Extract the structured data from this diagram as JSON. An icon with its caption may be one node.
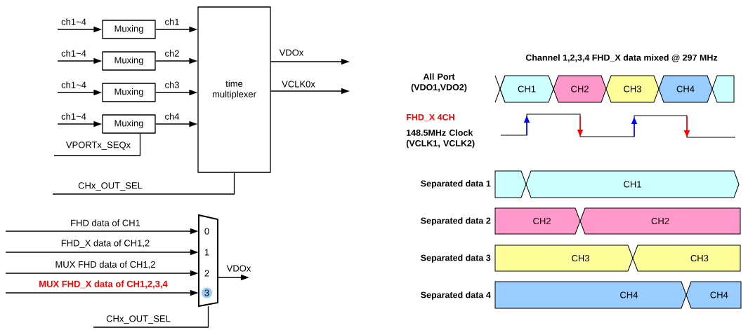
{
  "diagram": {
    "nodes": [
      {
        "text": [
          "Muxing"
        ]
      },
      {
        "text": [
          "Muxing"
        ]
      },
      {
        "text": [
          "Muxing"
        ]
      },
      {
        "text": [
          "Muxing"
        ]
      },
      {
        "text": [
          "time multiplexer"
        ]
      },
      {
        "text": [
          "0",
          "1",
          "2",
          "3"
        ]
      },
      {
        "text": [
          "CH1"
        ]
      },
      {
        "text": [
          "CH2"
        ]
      },
      {
        "text": [
          "CH3"
        ]
      },
      {
        "text": [
          "CH4"
        ]
      },
      {
        "text": [
          "CH1"
        ]
      },
      {
        "text": [
          "CH2"
        ]
      },
      {
        "text": [
          "CH2"
        ]
      },
      {
        "text": [
          "CH3"
        ]
      },
      {
        "text": [
          "CH3"
        ]
      },
      {
        "text": [
          "CH4"
        ]
      },
      {
        "text": [
          "CH4"
        ]
      }
    ],
    "edges": [
      {
        "from": null,
        "to": 0,
        "arrow": "to",
        "label": "ch1~4"
      },
      {
        "from": null,
        "to": 1,
        "arrow": "to",
        "label": "ch1~4"
      },
      {
        "from": null,
        "to": 2,
        "arrow": "to",
        "label": "ch1~4"
      },
      {
        "from": null,
        "to": 3,
        "arrow": "to",
        "label": "ch1~4"
      },
      {
        "from": 0,
        "to": 4,
        "arrow": "to",
        "label": "ch1"
      },
      {
        "from": 1,
        "to": 4,
        "arrow": "to",
        "label": "ch2"
      },
      {
        "from": 2,
        "to": 4,
        "arrow": "to",
        "label": "ch3"
      },
      {
        "from": 3,
        "to": 4,
        "arrow": "to",
        "label": "ch4"
      },
      {
        "from": 4,
        "to": null,
        "arrow": "to",
        "label": "VDOx"
      },
      {
        "from": 4,
        "to": null,
        "arrow": "to",
        "label": "VCLK0x"
      },
      {
        "from": null,
        "to": 3,
        "arrow": "none",
        "label": "VPORTx_SEQx"
      },
      {
        "from": null,
        "to": 4,
        "arrow": "none",
        "label": "CHx_OUT_SEL"
      },
      {
        "from": null,
        "to": 5,
        "arrow": "to",
        "label": "FHD data of CH1"
      },
      {
        "from": null,
        "to": 5,
        "arrow": "to",
        "label": "FHD_X data of CH1,2"
      },
      {
        "from": null,
        "to": 5,
        "arrow": "to",
        "label": "MUX FHD data of CH1,2"
      },
      {
        "from": null,
        "to": 5,
        "arrow": "to",
        "label": "MUX FHD_X data of CH1,2,3,4"
      },
      {
        "from": 5,
        "to": null,
        "arrow": "to",
        "label": "VDOx"
      },
      {
        "from": null,
        "to": 5,
        "arrow": "none",
        "label": "CHx_OUT_SEL"
      }
    ],
    "labels": [
      "Channel 1,2,3,4 FHD_X data mixed @ 297 MHz",
      "All Port (VDO1,VDO2)",
      "FHD_X 4CH",
      "148.5MHz Clock (VCLK1, VCLK2)",
      "Separated data 1",
      "Separated data 2",
      "Separated data 3",
      "Separated data 4"
    ]
  }
}
